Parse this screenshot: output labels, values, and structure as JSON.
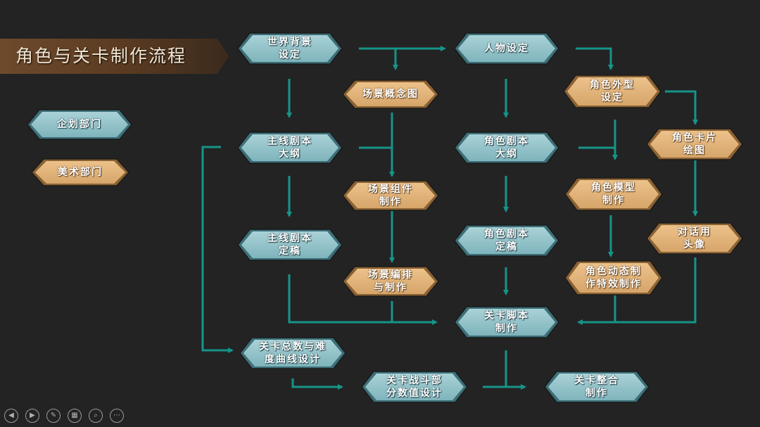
{
  "title": "角色与关卡制作流程",
  "colors": {
    "plan_fill": "#7fb4bc",
    "plan_border": "#3d6f78",
    "art_fill": "#d6a56a",
    "art_border": "#8a6233",
    "arrow": "#16948a",
    "background": "#232323"
  },
  "legend": {
    "plan": "企划部门",
    "art": "美术部门"
  },
  "nodes": {
    "world_setting": {
      "line1": "世界背景",
      "line2": "设定"
    },
    "character_setting": {
      "line1": "人物设定",
      "line2": ""
    },
    "scene_concept": {
      "line1": "场景概念图",
      "line2": ""
    },
    "character_look": {
      "line1": "角色外型",
      "line2": "设定"
    },
    "main_script_outline": {
      "line1": "主线剧本",
      "line2": "大纲"
    },
    "char_script_outline": {
      "line1": "角色剧本",
      "line2": "大纲"
    },
    "character_card": {
      "line1": "角色卡片",
      "line2": "绘图"
    },
    "scene_components": {
      "line1": "场景组件",
      "line2": "制作"
    },
    "character_model": {
      "line1": "角色模型",
      "line2": "制作"
    },
    "main_script_final": {
      "line1": "主线剧本",
      "line2": "定稿"
    },
    "char_script_final": {
      "line1": "角色剧本",
      "line2": "定稿"
    },
    "dialog_portrait": {
      "line1": "对话用",
      "line2": "头像"
    },
    "scene_layout": {
      "line1": "场景编排",
      "line2": "与制作"
    },
    "char_animation": {
      "line1": "角色动态制",
      "line2": "作特效制作"
    },
    "level_script": {
      "line1": "关卡脚本",
      "line2": "制作"
    },
    "level_difficulty": {
      "line1": "关卡总数与难",
      "line2": "度曲线设计"
    },
    "level_battle": {
      "line1": "关卡战斗部",
      "line2": "分数值设计"
    },
    "level_integration": {
      "line1": "关卡整合",
      "line2": "制作"
    }
  },
  "controls": [
    {
      "name": "prev-icon",
      "glyph": "◀"
    },
    {
      "name": "next-icon",
      "glyph": "▶"
    },
    {
      "name": "pen-icon",
      "glyph": "✎"
    },
    {
      "name": "slides-icon",
      "glyph": "▦"
    },
    {
      "name": "zoom-icon",
      "glyph": "⌕"
    },
    {
      "name": "more-icon",
      "glyph": "⋯"
    }
  ]
}
